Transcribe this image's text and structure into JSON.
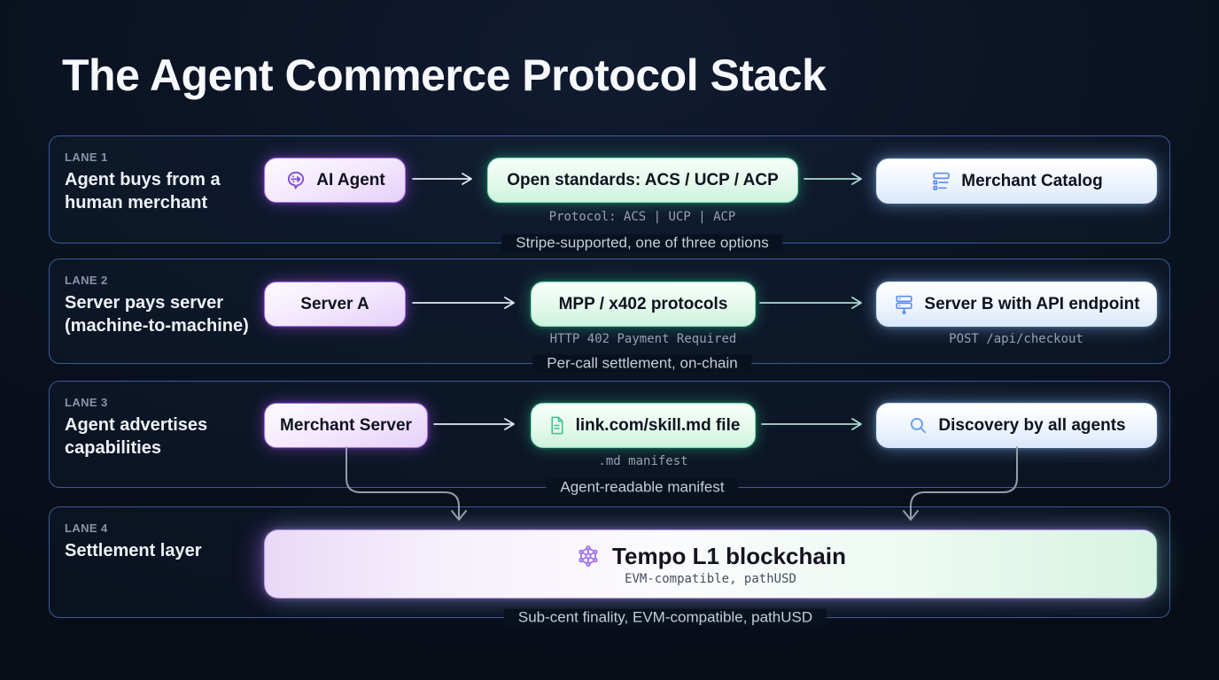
{
  "title": "The Agent Commerce Protocol Stack",
  "colors": {
    "background": "#0b1322",
    "lane_border": "#3b5c93",
    "accent_purple": "#a855f7",
    "accent_green": "#6ee7b7",
    "accent_blue": "#93c5fd",
    "caption_text": "#c6cdda",
    "mono_text": "#96a0b5"
  },
  "lanes": [
    {
      "label": "LANE 1",
      "heading": "Agent buys from a human merchant",
      "caption": "Stripe-supported, one of three options",
      "boxes": [
        {
          "text": "AI Agent",
          "icon": "brain-icon",
          "style": "purple"
        },
        {
          "text": "Open standards: ACS / UCP / ACP",
          "style": "green",
          "sublabel": "Protocol: ACS | UCP | ACP"
        },
        {
          "text": "Merchant Catalog",
          "icon": "catalog-icon",
          "style": "blue"
        }
      ]
    },
    {
      "label": "LANE 2",
      "heading": "Server pays server (machine-to-machine)",
      "caption": "Per-call settlement, on-chain",
      "boxes": [
        {
          "text": "Server A",
          "style": "purple"
        },
        {
          "text": "MPP / x402 protocols",
          "style": "green",
          "sublabel": "HTTP 402 Payment Required"
        },
        {
          "text": "Server B with API endpoint",
          "icon": "server-icon",
          "style": "blue",
          "sublabel": "POST /api/checkout"
        }
      ]
    },
    {
      "label": "LANE 3",
      "heading": "Agent advertises capabilities",
      "caption": "Agent-readable manifest",
      "boxes": [
        {
          "text": "Merchant Server",
          "style": "purple"
        },
        {
          "text": "link.com/skill.md file",
          "icon": "file-icon",
          "style": "green",
          "sublabel": ".md manifest"
        },
        {
          "text": "Discovery by all agents",
          "icon": "search-icon",
          "style": "blue"
        }
      ]
    },
    {
      "label": "LANE 4",
      "heading": "Settlement layer",
      "caption": "Sub-cent finality, EVM-compatible, pathUSD",
      "boxes": [
        {
          "text": "Tempo L1 blockchain",
          "icon": "network-icon",
          "style": "purple-green-gradient",
          "sublabel": "EVM-compatible, pathUSD"
        }
      ]
    }
  ]
}
